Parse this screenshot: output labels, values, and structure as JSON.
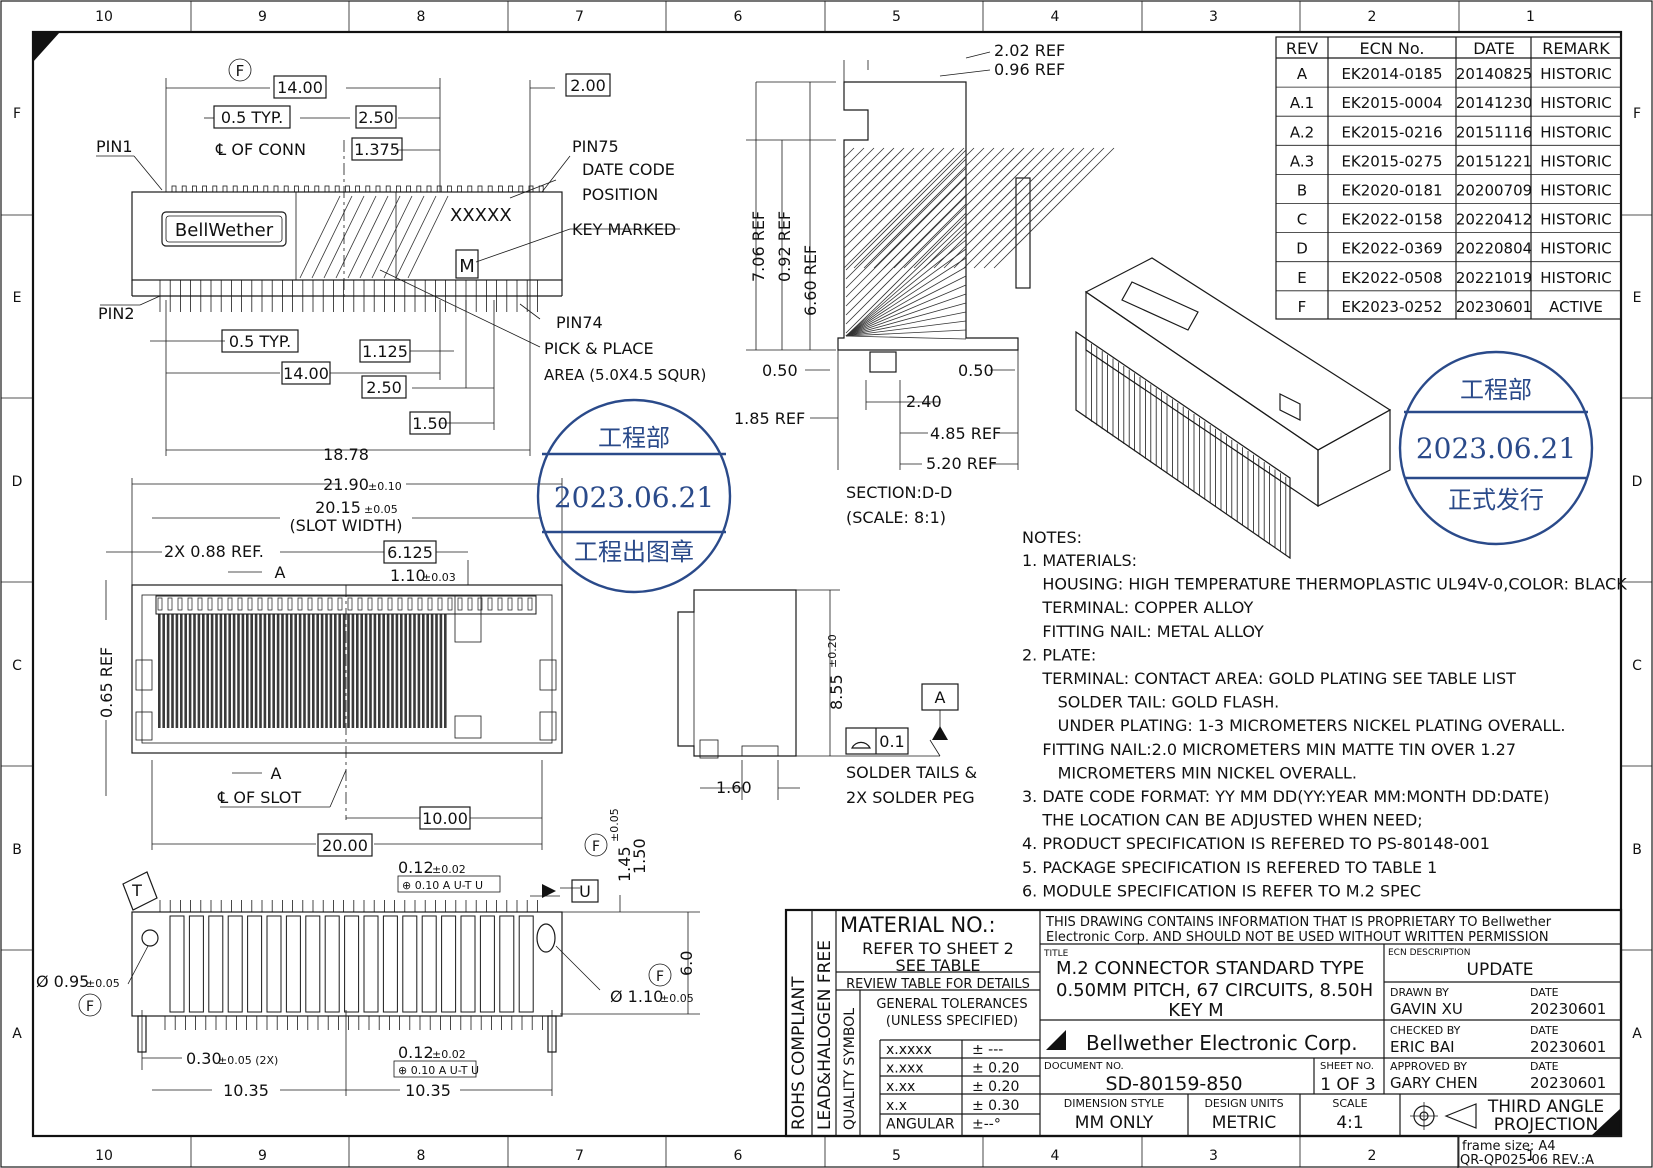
{
  "frame": {
    "zones_cols": [
      "10",
      "9",
      "8",
      "7",
      "6",
      "5",
      "4",
      "3",
      "2",
      "1"
    ],
    "zones_rows": [
      "F",
      "E",
      "D",
      "C",
      "B",
      "A"
    ]
  },
  "rev_table": {
    "headers": [
      "REV",
      "ECN No.",
      "DATE",
      "REMARK"
    ],
    "rows": [
      [
        "A",
        "EK2014-0185",
        "20140825",
        "HISTORIC"
      ],
      [
        "A.1",
        "EK2015-0004",
        "20141230",
        "HISTORIC"
      ],
      [
        "A.2",
        "EK2015-0216",
        "20151116",
        "HISTORIC"
      ],
      [
        "A.3",
        "EK2015-0275",
        "20151221",
        "HISTORIC"
      ],
      [
        "B",
        "EK2020-0181",
        "20200709",
        "HISTORIC"
      ],
      [
        "C",
        "EK2022-0158",
        "20220412",
        "HISTORIC"
      ],
      [
        "D",
        "EK2022-0369",
        "20220804",
        "HISTORIC"
      ],
      [
        "E",
        "EK2022-0508",
        "20221019",
        "HISTORIC"
      ],
      [
        "F",
        "EK2023-0252",
        "20230601",
        "ACTIVE"
      ]
    ]
  },
  "top_view": {
    "dim_14_top": "14.00",
    "dim_05_typ_top": "0.5 TYP.",
    "dim_250_top": "2.50",
    "dim_1375": "1.375",
    "dim_200": "2.00",
    "cl_conn": "℄ OF CONN",
    "pin1": "PIN1",
    "pin75": "PIN75",
    "pin2": "PIN2",
    "pin74": "PIN74",
    "date_code": "DATE CODE",
    "position": "POSITION",
    "xxxxx": "XXXXX",
    "key_marked": "KEY MARKED",
    "key_letter": "M",
    "brand_logo": "BellWether",
    "dim_05_typ_bot": "0.5 TYP.",
    "dim_1125": "1.125",
    "dim_14_bot": "14.00",
    "dim_250_bot": "2.50",
    "dim_150": "1.50",
    "pick_place": "PICK & PLACE",
    "pick_area": "AREA (5.0X4.5 SQUR)",
    "dim_1878": "18.78",
    "circle_f": "F"
  },
  "front_view": {
    "dim_2190": "21.90",
    "tol_2190": "±0.10",
    "dim_2015": "20.15",
    "tol_2015": "±0.05",
    "slot_width": "(SLOT WIDTH)",
    "dim_2x088": "2X 0.88 REF.",
    "dim_6125": "6.125",
    "section_a_top": "A",
    "dim_110": "1.10",
    "tol_110": "±0.03",
    "dim_065": "0.65 REF",
    "section_a_bot": "A",
    "cl_slot": "℄ OF SLOT",
    "dim_1000": "10.00",
    "dim_2000": "20.00"
  },
  "bottom_view": {
    "dim_012_top": "0.12",
    "tol_012": "±0.02",
    "fcf_top": "⊕ 0.10 A U-T U",
    "datum_t": "T",
    "datum_u": "U",
    "dim_145": "1.45",
    "tol_145": "±0.05",
    "dim_150v": "1.50",
    "dim_60": "6.0",
    "dim_095": "Ø 0.95",
    "tol_095": "±0.05",
    "dim_110": "Ø 1.10",
    "tol_110": "±0.05",
    "dim_030": "0.30",
    "tol_030": "±0.05 (2X)",
    "dim_012_bot": "0.12",
    "fcf_bot": "⊕ 0.10 A U-T U",
    "dim_1035_left": "10.35",
    "dim_1035_right": "10.35",
    "circle_f": "F"
  },
  "section_view": {
    "ref_202": "2.02  REF",
    "ref_096": "0.96  REF",
    "ref_706": "7.06  REF",
    "ref_092": "0.92  REF",
    "ref_660": "6.60  REF",
    "dim_050_l": "0.50",
    "dim_050_r": "0.50",
    "dim_240": "2.40",
    "ref_185": "1.85  REF",
    "ref_485": "4.85  REF",
    "ref_520": "5.20  REF",
    "section_title": "SECTION:D-D",
    "section_scale": "(SCALE: 8:1)"
  },
  "side_view": {
    "dim_855": "8.55",
    "tol_855": "±0.20",
    "datum_a": "A",
    "flatness": "0.1",
    "dim_160": "1.60",
    "note1": "SOLDER TAILS &",
    "note2": "2X SOLDER PEG"
  },
  "stamps": [
    {
      "top": "工程部",
      "date": "2023.06.21",
      "bottom": "工程出图章"
    },
    {
      "top": "工程部",
      "date": "2023.06.21",
      "bottom": "正式发行"
    }
  ],
  "notes": {
    "title": "NOTES:",
    "lines": [
      "1. MATERIALS:",
      "    HOUSING: HIGH TEMPERATURE THERMOPLASTIC UL94V-0,COLOR: BLACK",
      "    TERMINAL: COPPER ALLOY",
      "    FITTING NAIL: METAL ALLOY",
      "2. PLATE:",
      "    TERMINAL: CONTACT AREA: GOLD PLATING SEE TABLE LIST",
      "       SOLDER TAIL: GOLD FLASH.",
      "       UNDER PLATING: 1-3 MICROMETERS NICKEL PLATING OVERALL.",
      "    FITTING NAIL:2.0 MICROMETERS MIN MATTE TIN OVER 1.27",
      "       MICROMETERS MIN NICKEL OVERALL.",
      "3. DATE CODE FORMAT: YY MM DD(YY:YEAR MM:MONTH DD:DATE)",
      "    THE LOCATION CAN BE ADJUSTED WHEN NEED;",
      "4. PRODUCT SPECIFICATION IS REFERED TO PS-80148-001",
      "5. PACKAGE SPECIFICATION IS REFERED TO TABLE 1",
      "6. MODULE SPECIFICATION IS REFER TO M.2 SPEC"
    ]
  },
  "title_block": {
    "rohs": "ROHS COMPLIANT",
    "lead_free": "LEAD&HALOGEN FREE",
    "quality": "QUALITY SYMBOL",
    "material_label": "MATERIAL  NO.:",
    "refer1": "REFER TO SHEET 2",
    "refer2": "SEE TABLE",
    "review": "REVIEW TABLE FOR DETAILS",
    "tol_title1": "GENERAL TOLERANCES",
    "tol_title2": "(UNLESS SPECIFIED)",
    "tol_rows": [
      [
        "x.xxxx",
        "±  ---"
      ],
      [
        "x.xxx",
        "±  0.20"
      ],
      [
        "x.xx",
        "±  0.20"
      ],
      [
        "x.x",
        "±  0.30"
      ],
      [
        "ANGULAR",
        "±--°"
      ]
    ],
    "proprietary1": "THIS DRAWING CONTAINS INFORMATION THAT IS PROPRIETARY TO Bellwether",
    "proprietary2": "Electronic Corp. AND SHOULD NOT BE USED WITHOUT WRITTEN PERMISSION",
    "title_label": "TITLE",
    "title1": "M.2 CONNECTOR STANDARD TYPE",
    "title2": "0.50MM PITCH, 67 CIRCUITS, 8.50H",
    "title3": "KEY M",
    "ecn_label": "ECN DESCRIPTION",
    "ecn_value": "UPDATE",
    "company": "Bellwether  Electronic  Corp.",
    "doc_label": "DOCUMENT NO.",
    "doc_no": "SD-80159-850",
    "sheet_label": "SHEET NO.",
    "sheet_no": "1  OF  3",
    "drawn_label": "DRAWN BY",
    "drawn": "GAVIN XU",
    "checked_label": "CHECKED BY",
    "checked": "ERIC BAI",
    "approved_label": "APPROVED BY",
    "approved": "GARY CHEN",
    "date_label": "DATE",
    "date_drawn": "20230601",
    "date_checked": "20230601",
    "date_approved": "20230601",
    "dim_style_label": "DIMENSION STYLE",
    "dim_style": "MM  ONLY",
    "units_label": "DESIGN UNITS",
    "units": "METRIC",
    "scale_label": "SCALE",
    "scale": "4:1",
    "projection1": "THIRD ANGLE",
    "projection2": "PROJECTION",
    "frame_size": "frame size: A4",
    "form_no": "QR-QP025-06 REV.:A"
  }
}
